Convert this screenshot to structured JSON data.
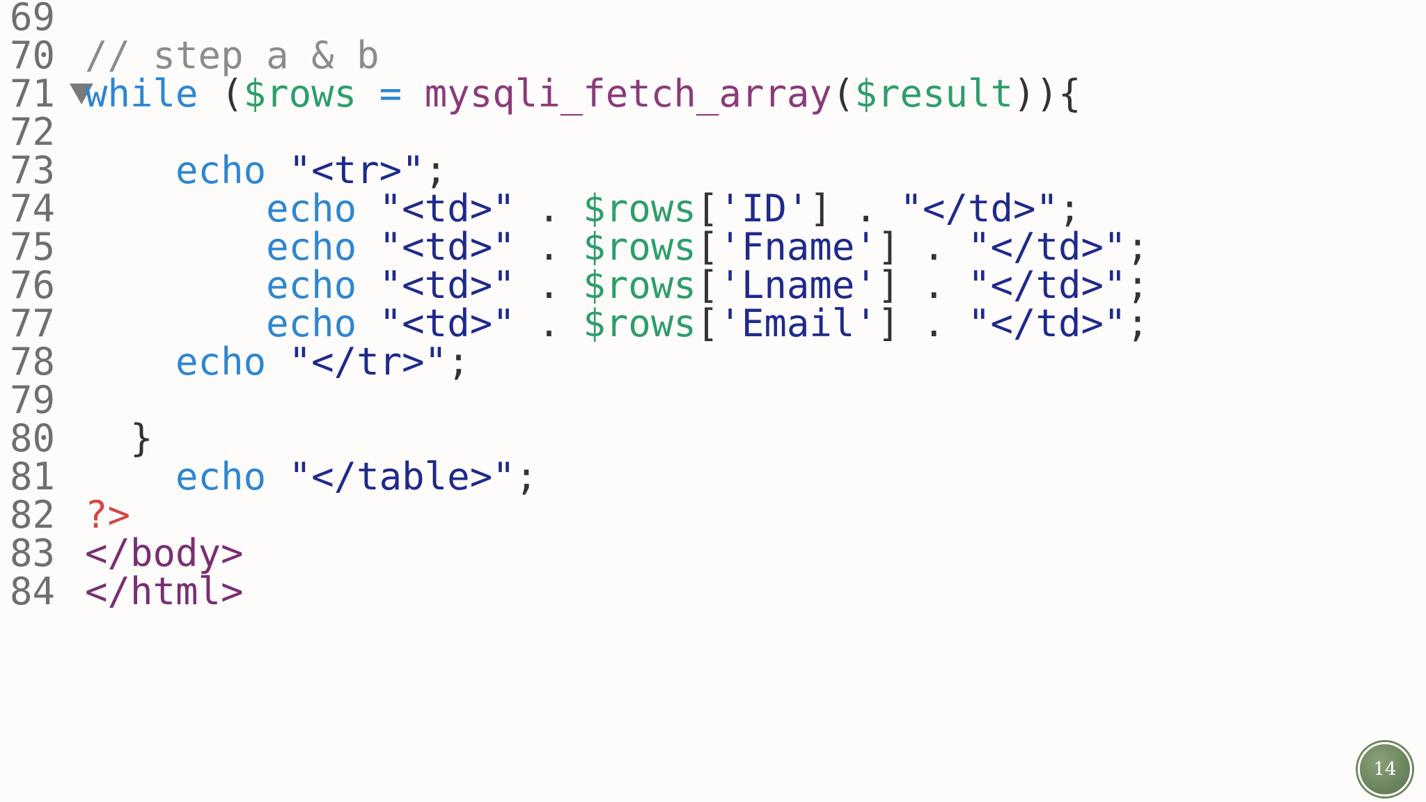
{
  "code_lines": [
    {
      "num": "69",
      "tokens": []
    },
    {
      "num": "70",
      "tokens": [
        {
          "t": "comment",
          "v": "// step a & b"
        }
      ]
    },
    {
      "num": "71",
      "folded": true,
      "tokens": [
        {
          "t": "keyword",
          "v": "while"
        },
        {
          "t": "punct",
          "v": " ("
        },
        {
          "t": "var",
          "v": "$rows"
        },
        {
          "t": "op",
          "v": " = "
        },
        {
          "t": "func",
          "v": "mysqli_fetch_array"
        },
        {
          "t": "punct",
          "v": "("
        },
        {
          "t": "var",
          "v": "$result"
        },
        {
          "t": "punct",
          "v": ")){"
        }
      ]
    },
    {
      "num": "72",
      "tokens": []
    },
    {
      "num": "73",
      "tokens": [
        {
          "t": "pad",
          "v": "    "
        },
        {
          "t": "keyword",
          "v": "echo"
        },
        {
          "t": "punct",
          "v": " "
        },
        {
          "t": "str",
          "v": "\"<tr>\""
        },
        {
          "t": "punct",
          "v": ";"
        }
      ]
    },
    {
      "num": "74",
      "tokens": [
        {
          "t": "pad",
          "v": "        "
        },
        {
          "t": "keyword",
          "v": "echo"
        },
        {
          "t": "punct",
          "v": " "
        },
        {
          "t": "str",
          "v": "\"<td>\""
        },
        {
          "t": "punct",
          "v": " . "
        },
        {
          "t": "var",
          "v": "$rows"
        },
        {
          "t": "punct",
          "v": "["
        },
        {
          "t": "str",
          "v": "'ID'"
        },
        {
          "t": "punct",
          "v": "] . "
        },
        {
          "t": "str",
          "v": "\"</td>\""
        },
        {
          "t": "punct",
          "v": ";"
        }
      ]
    },
    {
      "num": "75",
      "tokens": [
        {
          "t": "pad",
          "v": "        "
        },
        {
          "t": "keyword",
          "v": "echo"
        },
        {
          "t": "punct",
          "v": " "
        },
        {
          "t": "str",
          "v": "\"<td>\""
        },
        {
          "t": "punct",
          "v": " . "
        },
        {
          "t": "var",
          "v": "$rows"
        },
        {
          "t": "punct",
          "v": "["
        },
        {
          "t": "str",
          "v": "'Fname'"
        },
        {
          "t": "punct",
          "v": "] . "
        },
        {
          "t": "str",
          "v": "\"</td>\""
        },
        {
          "t": "punct",
          "v": ";"
        }
      ]
    },
    {
      "num": "76",
      "tokens": [
        {
          "t": "pad",
          "v": "        "
        },
        {
          "t": "keyword",
          "v": "echo"
        },
        {
          "t": "punct",
          "v": " "
        },
        {
          "t": "str",
          "v": "\"<td>\""
        },
        {
          "t": "punct",
          "v": " . "
        },
        {
          "t": "var",
          "v": "$rows"
        },
        {
          "t": "punct",
          "v": "["
        },
        {
          "t": "str",
          "v": "'Lname'"
        },
        {
          "t": "punct",
          "v": "] . "
        },
        {
          "t": "str",
          "v": "\"</td>\""
        },
        {
          "t": "punct",
          "v": ";"
        }
      ]
    },
    {
      "num": "77",
      "tokens": [
        {
          "t": "pad",
          "v": "        "
        },
        {
          "t": "keyword",
          "v": "echo"
        },
        {
          "t": "punct",
          "v": " "
        },
        {
          "t": "str",
          "v": "\"<td>\""
        },
        {
          "t": "punct",
          "v": " . "
        },
        {
          "t": "var",
          "v": "$rows"
        },
        {
          "t": "punct",
          "v": "["
        },
        {
          "t": "str",
          "v": "'Email'"
        },
        {
          "t": "punct",
          "v": "] . "
        },
        {
          "t": "str",
          "v": "\"</td>\""
        },
        {
          "t": "punct",
          "v": ";"
        }
      ]
    },
    {
      "num": "78",
      "tokens": [
        {
          "t": "pad",
          "v": "    "
        },
        {
          "t": "keyword",
          "v": "echo"
        },
        {
          "t": "punct",
          "v": " "
        },
        {
          "t": "str",
          "v": "\"</tr>\""
        },
        {
          "t": "punct",
          "v": ";"
        }
      ]
    },
    {
      "num": "79",
      "tokens": []
    },
    {
      "num": "80",
      "tokens": [
        {
          "t": "pad",
          "v": "  "
        },
        {
          "t": "punct",
          "v": "}"
        }
      ]
    },
    {
      "num": "81",
      "tokens": [
        {
          "t": "pad",
          "v": "    "
        },
        {
          "t": "keyword",
          "v": "echo"
        },
        {
          "t": "punct",
          "v": " "
        },
        {
          "t": "str",
          "v": "\"</table>\""
        },
        {
          "t": "punct",
          "v": ";"
        }
      ]
    },
    {
      "num": "82",
      "tokens": [
        {
          "t": "php",
          "v": "?>"
        }
      ]
    },
    {
      "num": "83",
      "tokens": [
        {
          "t": "tag",
          "v": "</body>"
        }
      ]
    },
    {
      "num": "84",
      "tokens": [
        {
          "t": "tag",
          "v": "</html>"
        }
      ]
    }
  ],
  "slide_number": "14"
}
